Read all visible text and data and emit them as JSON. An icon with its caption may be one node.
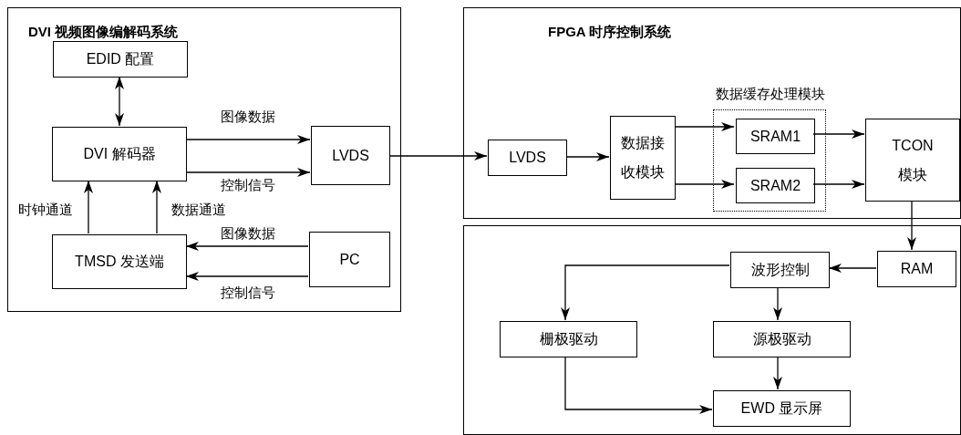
{
  "diagram": {
    "nodes": [
      {
        "text": [
          "DVI 视频图像编解码系统"
        ]
      },
      {
        "text": [
          "EDID 配置"
        ],
        "in": 0
      },
      {
        "text": [
          "DVI 解码器"
        ],
        "in": 0
      },
      {
        "text": [
          "LVDS"
        ],
        "in": 0
      },
      {
        "text": [
          "TMSD 发送端"
        ],
        "in": 0
      },
      {
        "text": [
          "PC"
        ],
        "in": 0
      },
      {
        "text": [
          "FPGA 时序控制系统"
        ]
      },
      {
        "text": [
          "LVDS"
        ],
        "in": 6
      },
      {
        "text": [
          "数据接收模块"
        ],
        "in": 6
      },
      {
        "text": [
          "数据缓存处理模块"
        ],
        "in": 6
      },
      {
        "text": [
          "SRAM1"
        ],
        "in": 9
      },
      {
        "text": [
          "SRAM2"
        ],
        "in": 9
      },
      {
        "text": [
          "TCON 模块"
        ],
        "in": 6
      },
      {
        "text": [],
        "shape": "box"
      },
      {
        "text": [
          "RAM"
        ],
        "in": 13
      },
      {
        "text": [
          "波形控制"
        ],
        "in": 13
      },
      {
        "text": [
          "栅极驱动"
        ],
        "in": 13
      },
      {
        "text": [
          "源极驱动"
        ],
        "in": 13
      },
      {
        "text": [
          "EWD 显示屏"
        ],
        "in": 13
      }
    ],
    "edges": [
      {
        "from": 1,
        "to": 2,
        "arrow": "both"
      },
      {
        "from": 2,
        "to": 3,
        "arrow": "to",
        "label": "图像数据"
      },
      {
        "from": 2,
        "to": 3,
        "arrow": "to",
        "label": "控制信号"
      },
      {
        "from": 4,
        "to": 2,
        "arrow": "to",
        "label": "时钟通道"
      },
      {
        "from": 4,
        "to": 2,
        "arrow": "to",
        "label": "数据通道"
      },
      {
        "from": 5,
        "to": 4,
        "arrow": "to",
        "label": "图像数据"
      },
      {
        "from": 5,
        "to": 4,
        "arrow": "to",
        "label": "控制信号"
      },
      {
        "from": 3,
        "to": 7,
        "arrow": "to"
      },
      {
        "from": 7,
        "to": 8,
        "arrow": "to"
      },
      {
        "from": 8,
        "to": 10,
        "arrow": "to"
      },
      {
        "from": 8,
        "to": 11,
        "arrow": "to"
      },
      {
        "from": 10,
        "to": 12,
        "arrow": "to"
      },
      {
        "from": 11,
        "to": 12,
        "arrow": "to"
      },
      {
        "from": 12,
        "to": 14,
        "arrow": "to"
      },
      {
        "from": 14,
        "to": 15,
        "arrow": "to"
      },
      {
        "from": 15,
        "to": 16,
        "arrow": "to"
      },
      {
        "from": 15,
        "to": 17,
        "arrow": "to"
      },
      {
        "from": 17,
        "to": 18,
        "arrow": "to"
      },
      {
        "from": 16,
        "to": 18,
        "arrow": "to"
      }
    ]
  }
}
